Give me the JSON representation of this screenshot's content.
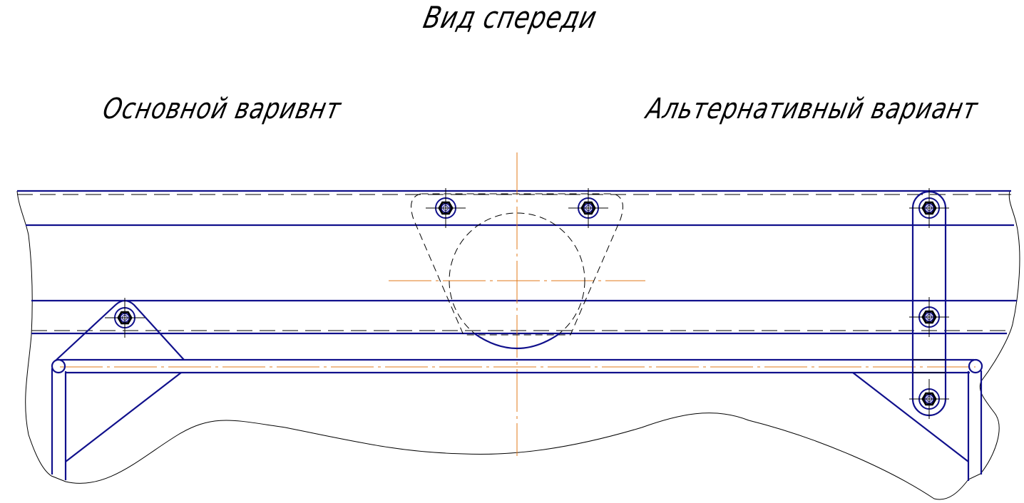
{
  "drawing": {
    "title": "Вид спереди",
    "labels": {
      "main_variant": "Основной варивнт",
      "alt_variant": "Альтернативный вариант"
    },
    "colors": {
      "visible_line": "#10108c",
      "thin_line": "#000000",
      "center_line": "#e07a1a",
      "background": "#ffffff"
    },
    "view": "front",
    "bolts": {
      "main_plate": 2,
      "left_bracket": 1,
      "alt_strap": 3
    }
  }
}
